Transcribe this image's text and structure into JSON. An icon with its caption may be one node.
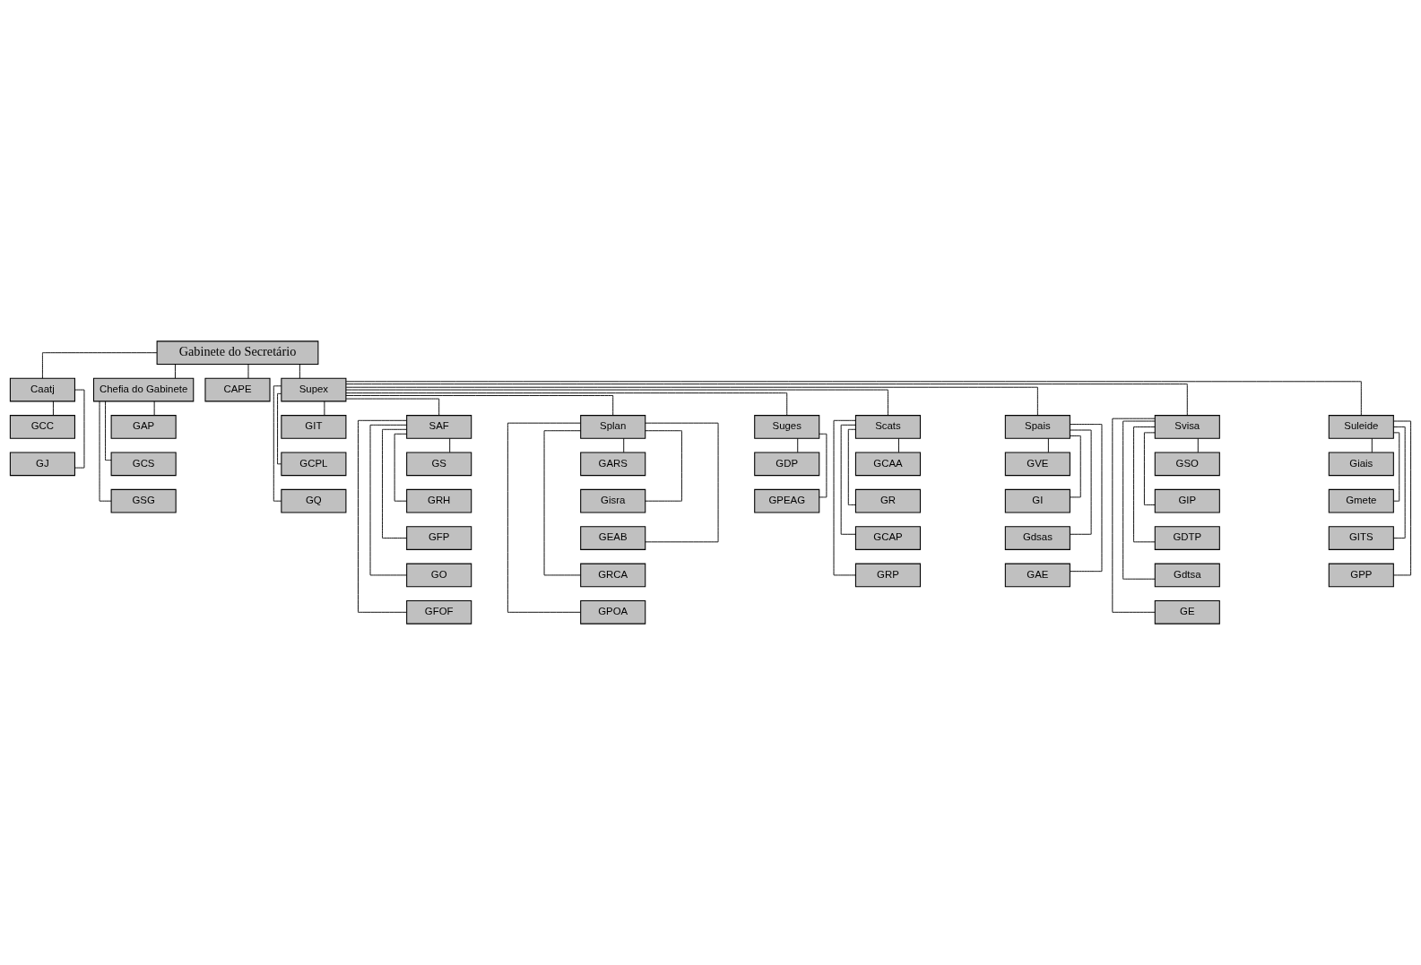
{
  "diagram": {
    "nodes": [
      {
        "text": [
          "Gabinete do Secretário"
        ]
      },
      {
        "text": [
          "Caatj"
        ]
      },
      {
        "text": [
          "Chefia do Gabinete"
        ]
      },
      {
        "text": [
          "GCC"
        ]
      },
      {
        "text": [
          "GJ"
        ]
      },
      {
        "text": [
          "GAP"
        ]
      },
      {
        "text": [
          "GCS"
        ]
      },
      {
        "text": [
          "GSG"
        ]
      },
      {
        "text": [
          "CAPE"
        ]
      },
      {
        "text": [
          "Supex"
        ]
      },
      {
        "text": [
          "GIT"
        ]
      },
      {
        "text": [
          "GCPL"
        ]
      },
      {
        "text": [
          "GQ"
        ]
      },
      {
        "text": [
          "SAF"
        ]
      },
      {
        "text": [
          "Splan"
        ]
      },
      {
        "text": [
          "Suges"
        ]
      },
      {
        "text": [
          "Scats"
        ]
      },
      {
        "text": [
          "Spais"
        ]
      },
      {
        "text": [
          "Svisa"
        ]
      },
      {
        "text": [
          "Suleide"
        ]
      },
      {
        "text": [
          "GS"
        ]
      },
      {
        "text": [
          "GRH"
        ]
      },
      {
        "text": [
          "GFP"
        ]
      },
      {
        "text": [
          "GO"
        ]
      },
      {
        "text": [
          "GFOF"
        ]
      },
      {
        "text": [
          "GARS"
        ]
      },
      {
        "text": [
          "Gisra"
        ]
      },
      {
        "text": [
          "GEAB"
        ]
      },
      {
        "text": [
          "GRCA"
        ]
      },
      {
        "text": [
          "GPOA"
        ]
      },
      {
        "text": [
          "GDP"
        ]
      },
      {
        "text": [
          "GPEAG"
        ]
      },
      {
        "text": [
          "GCAA"
        ]
      },
      {
        "text": [
          "GR"
        ]
      },
      {
        "text": [
          "GCAP"
        ]
      },
      {
        "text": [
          "GRP"
        ]
      },
      {
        "text": [
          "GVE"
        ]
      },
      {
        "text": [
          "GI"
        ]
      },
      {
        "text": [
          "Gdsas"
        ]
      },
      {
        "text": [
          "GAE"
        ]
      },
      {
        "text": [
          "GSO"
        ]
      },
      {
        "text": [
          "GIP"
        ]
      },
      {
        "text": [
          "GDTP"
        ]
      },
      {
        "text": [
          "Gdtsa"
        ]
      },
      {
        "text": [
          "GE"
        ]
      },
      {
        "text": [
          "Giais"
        ]
      },
      {
        "text": [
          "Gmete"
        ]
      },
      {
        "text": [
          "GITS"
        ]
      },
      {
        "text": [
          "GPP"
        ]
      }
    ],
    "edges": [
      {
        "from": 0,
        "to": 1,
        "arrow": "none"
      },
      {
        "from": 0,
        "to": 2,
        "arrow": "none"
      },
      {
        "from": 1,
        "to": 3,
        "arrow": "none"
      },
      {
        "from": 1,
        "to": 4,
        "arrow": "none"
      },
      {
        "from": 2,
        "to": 5,
        "arrow": "none"
      },
      {
        "from": 2,
        "to": 6,
        "arrow": "none"
      },
      {
        "from": 2,
        "to": 7,
        "arrow": "none"
      },
      {
        "from": 0,
        "to": 8,
        "arrow": "none"
      },
      {
        "from": 0,
        "to": 9,
        "arrow": "none"
      },
      {
        "from": 9,
        "to": 10,
        "arrow": "none"
      },
      {
        "from": 9,
        "to": 11,
        "arrow": "none"
      },
      {
        "from": 9,
        "to": 12,
        "arrow": "none"
      },
      {
        "from": 9,
        "to": 13,
        "arrow": "none"
      },
      {
        "from": 9,
        "to": 14,
        "arrow": "none"
      },
      {
        "from": 9,
        "to": 15,
        "arrow": "none"
      },
      {
        "from": 9,
        "to": 16,
        "arrow": "none"
      },
      {
        "from": 9,
        "to": 17,
        "arrow": "none"
      },
      {
        "from": 9,
        "to": 18,
        "arrow": "none"
      },
      {
        "from": 9,
        "to": 19,
        "arrow": "none"
      },
      {
        "from": 13,
        "to": 20,
        "arrow": "none"
      },
      {
        "from": 13,
        "to": 21,
        "arrow": "none"
      },
      {
        "from": 13,
        "to": 22,
        "arrow": "none"
      },
      {
        "from": 13,
        "to": 23,
        "arrow": "none"
      },
      {
        "from": 13,
        "to": 24,
        "arrow": "none"
      },
      {
        "from": 14,
        "to": 25,
        "arrow": "none"
      },
      {
        "from": 14,
        "to": 26,
        "arrow": "none"
      },
      {
        "from": 14,
        "to": 27,
        "arrow": "none"
      },
      {
        "from": 14,
        "to": 28,
        "arrow": "none"
      },
      {
        "from": 14,
        "to": 29,
        "arrow": "none"
      },
      {
        "from": 15,
        "to": 30,
        "arrow": "none"
      },
      {
        "from": 15,
        "to": 31,
        "arrow": "none"
      },
      {
        "from": 16,
        "to": 32,
        "arrow": "none"
      },
      {
        "from": 16,
        "to": 33,
        "arrow": "none"
      },
      {
        "from": 16,
        "to": 34,
        "arrow": "none"
      },
      {
        "from": 16,
        "to": 35,
        "arrow": "none"
      },
      {
        "from": 17,
        "to": 36,
        "arrow": "none"
      },
      {
        "from": 17,
        "to": 37,
        "arrow": "none"
      },
      {
        "from": 17,
        "to": 38,
        "arrow": "none"
      },
      {
        "from": 17,
        "to": 39,
        "arrow": "none"
      },
      {
        "from": 18,
        "to": 40,
        "arrow": "none"
      },
      {
        "from": 18,
        "to": 41,
        "arrow": "none"
      },
      {
        "from": 18,
        "to": 42,
        "arrow": "none"
      },
      {
        "from": 18,
        "to": 43,
        "arrow": "none"
      },
      {
        "from": 18,
        "to": 44,
        "arrow": "none"
      },
      {
        "from": 19,
        "to": 45,
        "arrow": "none"
      },
      {
        "from": 19,
        "to": 46,
        "arrow": "none"
      },
      {
        "from": 19,
        "to": 47,
        "arrow": "none"
      },
      {
        "from": 19,
        "to": 48,
        "arrow": "none"
      }
    ]
  }
}
